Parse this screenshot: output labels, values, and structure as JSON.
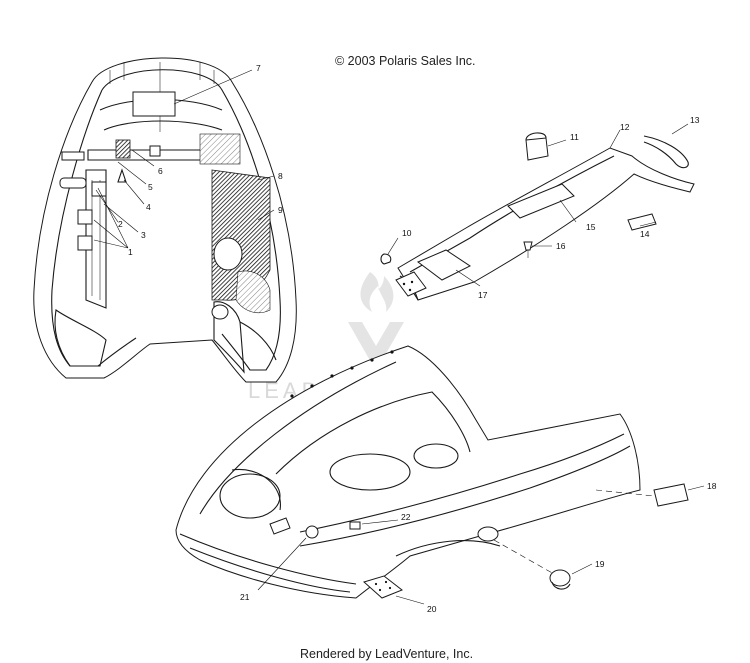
{
  "header": {
    "copyright": "© 2003 Polaris Sales Inc."
  },
  "footer": {
    "rendered_by": "Rendered by LeadVenture, Inc."
  },
  "watermark": {
    "text": "LEADVENTURE"
  },
  "callouts": [
    {
      "id": "c1",
      "label": "1"
    },
    {
      "id": "c2",
      "label": "2"
    },
    {
      "id": "c3",
      "label": "3"
    },
    {
      "id": "c4",
      "label": "4"
    },
    {
      "id": "c5",
      "label": "5"
    },
    {
      "id": "c6",
      "label": "6"
    },
    {
      "id": "c7",
      "label": "7"
    },
    {
      "id": "c8",
      "label": "8"
    },
    {
      "id": "c9",
      "label": "9"
    },
    {
      "id": "c10",
      "label": "10"
    },
    {
      "id": "c11",
      "label": "11"
    },
    {
      "id": "c12",
      "label": "12"
    },
    {
      "id": "c13",
      "label": "13"
    },
    {
      "id": "c14",
      "label": "14"
    },
    {
      "id": "c15",
      "label": "15"
    },
    {
      "id": "c16",
      "label": "16"
    },
    {
      "id": "c17",
      "label": "17"
    },
    {
      "id": "c18",
      "label": "18"
    },
    {
      "id": "c19",
      "label": "19"
    },
    {
      "id": "c20",
      "label": "20"
    },
    {
      "id": "c21",
      "label": "21"
    },
    {
      "id": "c22",
      "label": "22"
    }
  ]
}
